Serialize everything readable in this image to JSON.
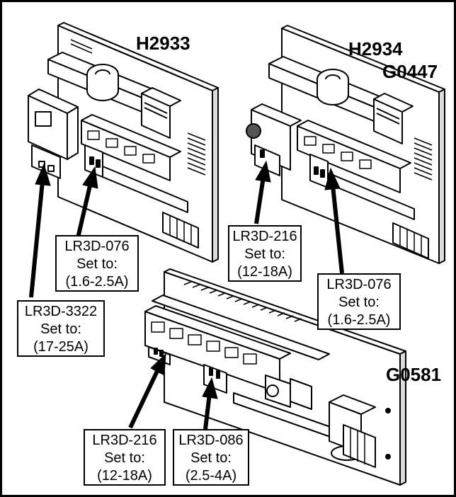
{
  "models": {
    "top_left": "H2933",
    "top_right_line1": "H2934",
    "top_right_line2": "G0447",
    "bottom": "G0581"
  },
  "callouts": {
    "h2933_small": {
      "model": "LR3D-076",
      "set": "Set to:",
      "range": "(1.6-2.5A)"
    },
    "h2933_large": {
      "model": "LR3D-3322",
      "set": "Set to:",
      "range": "(17-25A)"
    },
    "h2934_left": {
      "model": "LR3D-216",
      "set": "Set to:",
      "range": "(12-18A)"
    },
    "h2934_right": {
      "model": "LR3D-076",
      "set": "Set to:",
      "range": "(1.6-2.5A)"
    },
    "g0581_left": {
      "model": "LR3D-216",
      "set": "Set to:",
      "range": "(12-18A)"
    },
    "g0581_right": {
      "model": "LR3D-086",
      "set": "Set to:",
      "range": "(2.5-4A)"
    }
  }
}
